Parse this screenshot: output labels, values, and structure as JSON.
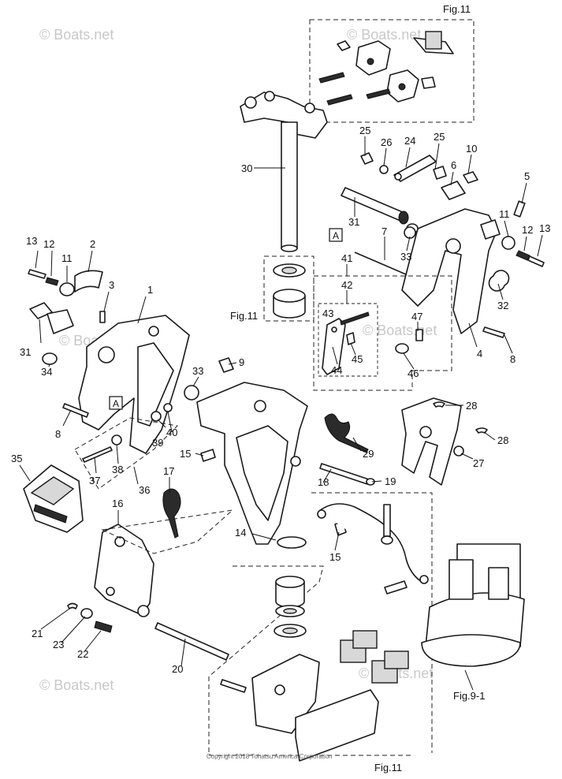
{
  "watermark": "© Boats.net",
  "copyright": "Copyright 2018 Tohatsu America Corporation",
  "fig_labels": [
    "Fig.11",
    "Fig.11",
    "Fig.11",
    "Fig.9-1"
  ],
  "callout_A": "A",
  "part_numbers": [
    "1",
    "2",
    "3",
    "4",
    "5",
    "6",
    "7",
    "8",
    "8",
    "9",
    "10",
    "11",
    "11",
    "12",
    "12",
    "13",
    "13",
    "14",
    "15",
    "15",
    "16",
    "17",
    "18",
    "19",
    "20",
    "21",
    "22",
    "23",
    "24",
    "25",
    "25",
    "26",
    "27",
    "28",
    "28",
    "29",
    "30",
    "31",
    "31",
    "32",
    "33",
    "33",
    "34",
    "35",
    "36",
    "37",
    "38",
    "39",
    "40",
    "41",
    "42",
    "43",
    "44",
    "45",
    "46",
    "47"
  ]
}
